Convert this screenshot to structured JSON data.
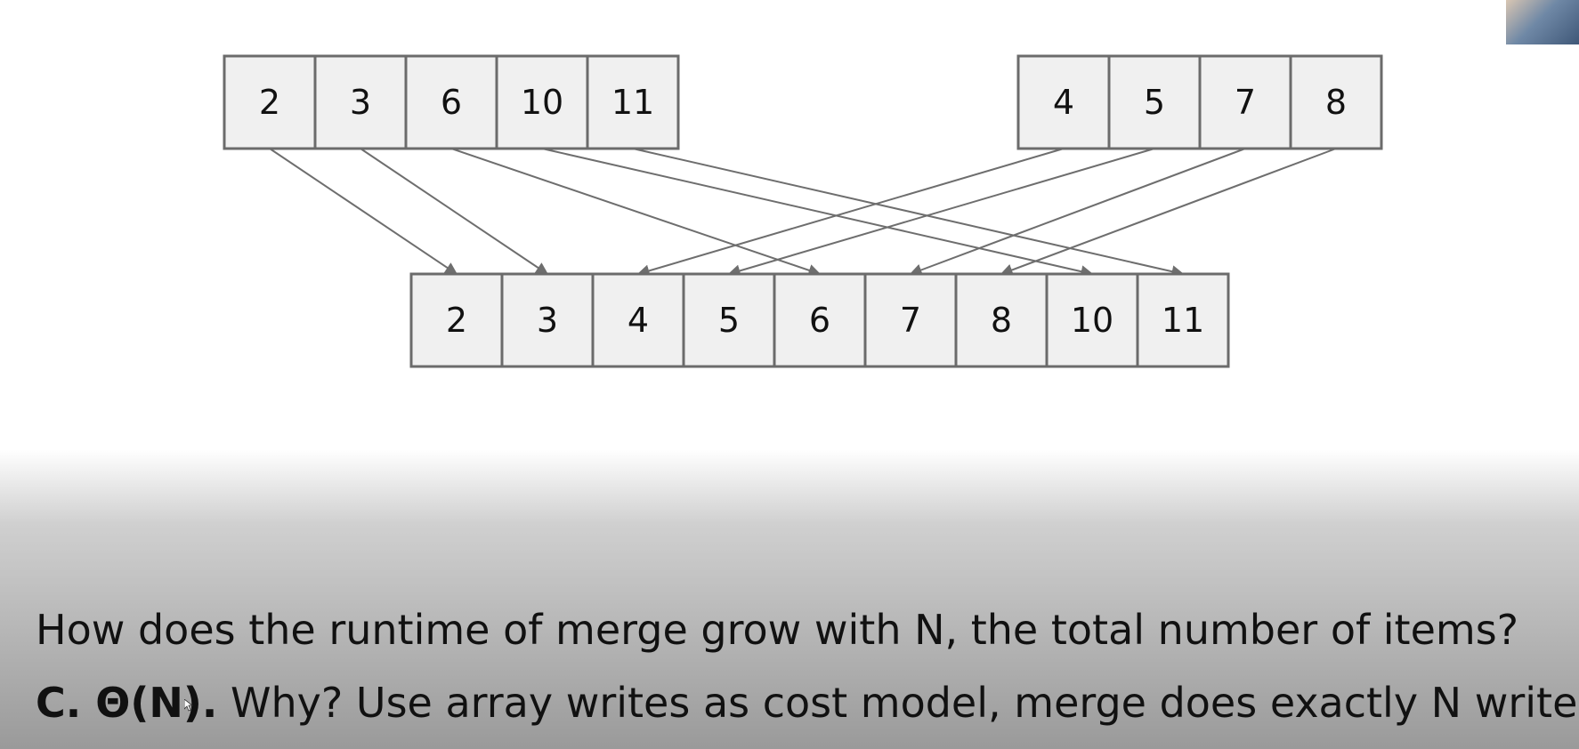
{
  "diagram": {
    "left_array": [
      "2",
      "3",
      "6",
      "10",
      "11"
    ],
    "right_array": [
      "4",
      "5",
      "7",
      "8"
    ],
    "merged_array": [
      "2",
      "3",
      "4",
      "5",
      "6",
      "7",
      "8",
      "10",
      "11"
    ],
    "line_color": "#6e6e6e",
    "cell_fill": "#f0f0f0",
    "cell_border": "#6b6b6b"
  },
  "caption": {
    "question": "How does the runtime of merge grow with N, the total number of items?",
    "answer_label": "C. Θ(N)",
    "answer_period": ".",
    "answer_explanation": " Why? Use array writes as cost model, merge does exactly N writes."
  },
  "overlay": {
    "webcam": "presenter-webcam",
    "cursor": "mouse-pointer-icon"
  }
}
